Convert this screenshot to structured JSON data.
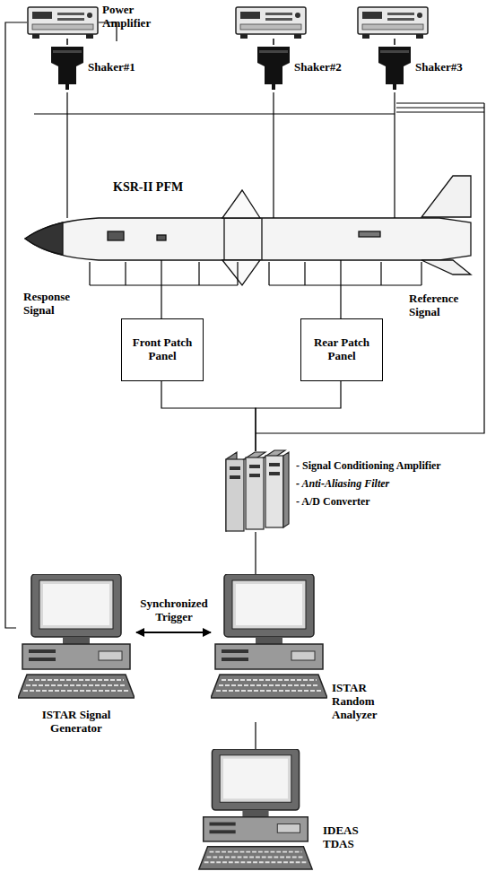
{
  "diagram": {
    "nodes": [
      {
        "text": [
          "Shaker#1"
        ]
      },
      {
        "text": [
          "Shaker#2"
        ]
      },
      {
        "text": [
          "Shaker#3"
        ]
      },
      {
        "text": [
          "KSR-II PFM"
        ]
      },
      {
        "text": [
          "Front Patch Panel"
        ]
      },
      {
        "text": [
          "Rear Patch Panel"
        ]
      },
      {
        "text": [
          "- Signal Conditioning Amplifier",
          "- Anti-Aliasing Filter",
          "- A/D Converter"
        ]
      },
      {
        "text": [
          "ISTAR Signal Generator"
        ]
      },
      {
        "text": [
          "ISTAR Random Analyzer"
        ]
      },
      {
        "text": [
          "IDEAS TDAS"
        ]
      }
    ],
    "edges": [
      {
        "from": 0,
        "to": 3,
        "arrow": "none"
      },
      {
        "from": 1,
        "to": 3,
        "arrow": "none"
      },
      {
        "from": 2,
        "to": 3,
        "arrow": "none"
      },
      {
        "from": 3,
        "to": 4,
        "arrow": "none"
      },
      {
        "from": 3,
        "to": 5,
        "arrow": "none"
      },
      {
        "from": 4,
        "to": 6,
        "arrow": "none"
      },
      {
        "from": 5,
        "to": 6,
        "arrow": "none"
      },
      {
        "from": 6,
        "to": 8,
        "arrow": "none"
      },
      {
        "from": 7,
        "to": 8,
        "arrow": "both",
        "label": "Synchronized Trigger"
      },
      {
        "from": 8,
        "to": 9,
        "arrow": "none"
      }
    ],
    "labels": [
      "Power Amplifier",
      "Response Signal",
      "Reference Signal"
    ]
  }
}
